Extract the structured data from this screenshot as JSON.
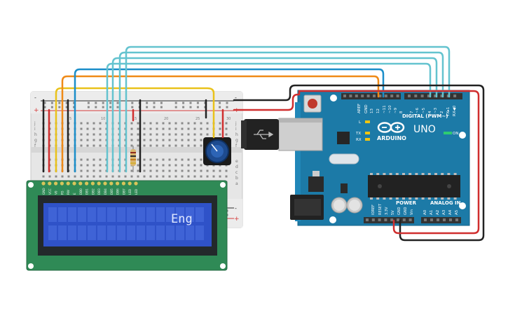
{
  "breadboard": {
    "rail_plus": "+",
    "rail_minus": "-",
    "row_letters_top": [
      "j",
      "i",
      "h",
      "g",
      "f"
    ],
    "row_letters_bottom": [
      "e",
      "d",
      "c",
      "b",
      "a"
    ],
    "column_numbers": [
      "1",
      "5",
      "10",
      "15",
      "20",
      "25",
      "30"
    ]
  },
  "lcd": {
    "display_text": "Eng",
    "pin_labels": [
      "GND",
      "VCC",
      "V0",
      "RS",
      "RW",
      "E",
      "DB0",
      "DB1",
      "DB2",
      "DB3",
      "DB4",
      "DB5",
      "DB6",
      "DB7",
      "LED",
      "LED"
    ]
  },
  "arduino": {
    "model": "UNO",
    "brand": "ARDUINO",
    "on_label": "ON",
    "digital_label": "DIGITAL (PWM~)",
    "power_label": "POWER",
    "analog_label": "ANALOG IN",
    "led_labels": [
      "L",
      "TX",
      "RX"
    ],
    "digital_pins_left": [
      "AREF",
      "GND",
      "13",
      "12",
      "~11",
      "~10",
      "~9",
      "8"
    ],
    "digital_pins_right": [
      "7",
      "~6",
      "~5",
      "4",
      "~3",
      "2",
      "TX▸1",
      "RX◀0"
    ],
    "power_pins": [
      "IOREF",
      "RESET",
      "3.3V",
      "5V",
      "GND",
      "GND",
      "Vin"
    ],
    "analog_pins": [
      "A0",
      "A1",
      "A2",
      "A3",
      "A4",
      "A5"
    ]
  }
}
